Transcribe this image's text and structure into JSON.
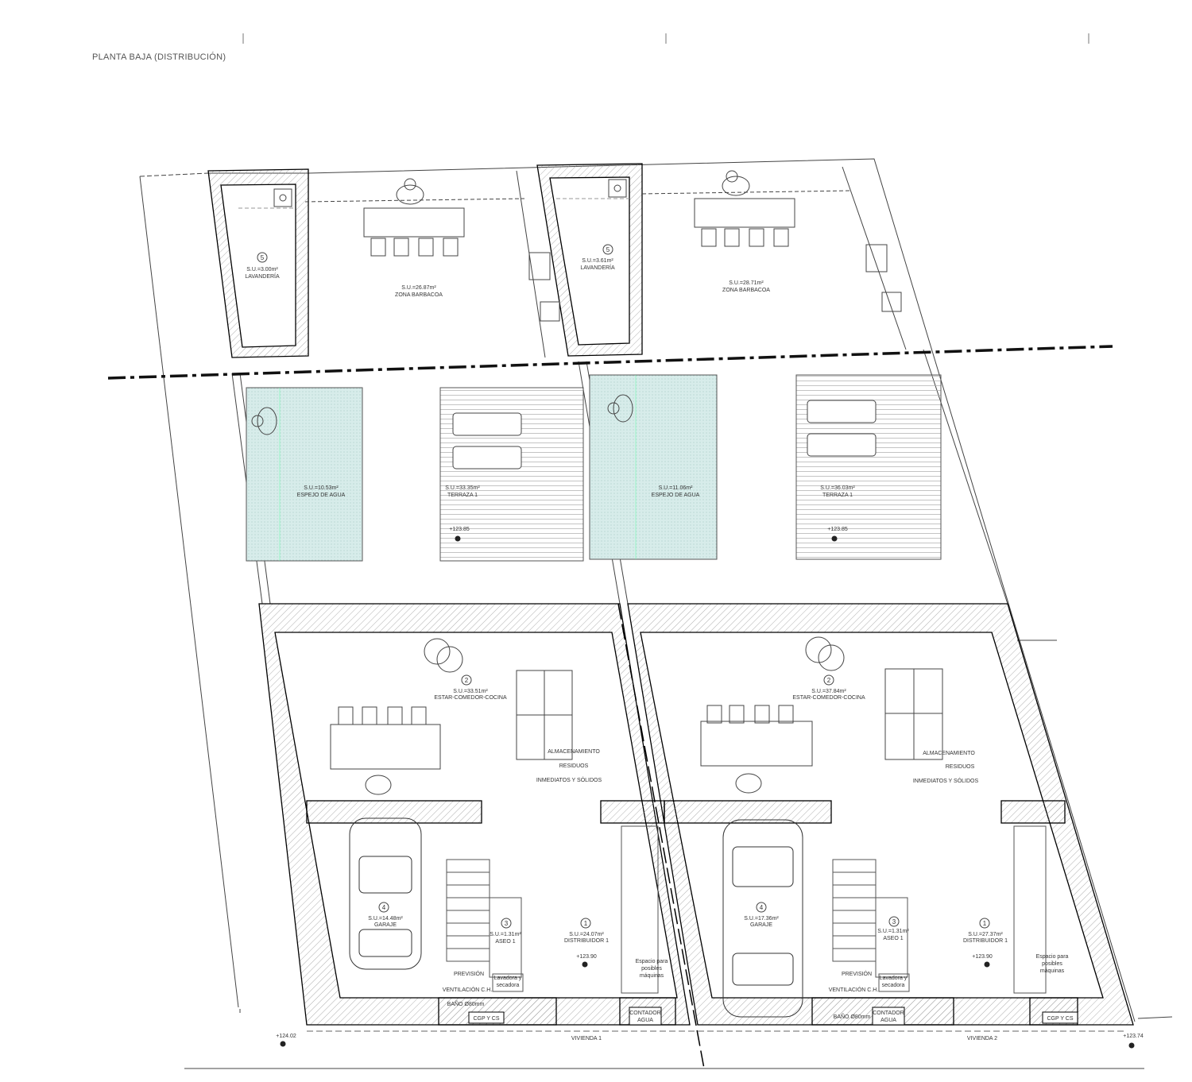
{
  "title": "PLANTA BAJA (DISTRIBUCIÓN)",
  "colors": {
    "water": "#d7ecea",
    "wall": "#000000",
    "hatch": "#9a9a9a",
    "line": "#555555"
  },
  "rooms": {
    "lav1": {
      "num": "5",
      "area": "S.U.=3.00m²",
      "name": "LAVANDERÍA"
    },
    "bbq1": {
      "area": "S.U.=26.87m²",
      "name": "ZONA BARBACOA"
    },
    "lav2": {
      "num": "5",
      "area": "S.U.=3.61m²",
      "name": "LAVANDERÍA"
    },
    "bbq2": {
      "area": "S.U.=28.71m²",
      "name": "ZONA BARBACOA"
    },
    "agua1": {
      "area": "S.U.=10.53m²",
      "name": "ESPEJO DE AGUA"
    },
    "ter1": {
      "area": "S.U.=33.35m²",
      "name": "TERRAZA 1"
    },
    "agua2": {
      "area": "S.U.=11.06m²",
      "name": "ESPEJO DE AGUA"
    },
    "ter2": {
      "area": "S.U.=36.03m²",
      "name": "TERRAZA 1"
    },
    "est1": {
      "num": "2",
      "area": "S.U.=33.51m²",
      "name": "ESTAR-COMEDOR-COCINA"
    },
    "est2": {
      "num": "2",
      "area": "S.U.=37.84m²",
      "name": "ESTAR-COMEDOR-COCINA"
    },
    "gar1": {
      "num": "4",
      "area": "S.U.=14.48m²",
      "name": "GARAJE"
    },
    "gar2": {
      "num": "4",
      "area": "S.U.=17.36m²",
      "name": "GARAJE"
    },
    "aseo1": {
      "num": "3",
      "area": "S.U.=1.31m²",
      "name": "ASEO 1"
    },
    "aseo2": {
      "num": "3",
      "area": "S.U.=1.31m²",
      "name": "ASEO 1"
    },
    "dist1": {
      "num": "1",
      "area": "S.U.=24.07m²",
      "name": "DISTRIBUIDOR 1"
    },
    "dist2": {
      "num": "1",
      "area": "S.U.=27.37m²",
      "name": "DISTRIBUIDOR 1"
    }
  },
  "levels": {
    "ter1": "+123.85",
    "ter2": "+123.85",
    "dist1": "+123.90",
    "dist2": "+123.90",
    "left": "+124.02",
    "right": "+123.74"
  },
  "notes": {
    "alm": "ALMACENAMIENTO",
    "res": "RESIDUOS",
    "inm": "INMEDIATOS Y SÓLIDOS",
    "prev": "PREVISIÓN",
    "vent": "VENTILACIÓN C.H.",
    "bano": "BAÑO Ø80mm",
    "lav": "Lavadora y",
    "sec": "secadora",
    "esp": "Espacio para",
    "pos": "posibles",
    "maq": "máquinas",
    "cgp": "CGP Y CS",
    "cont": "CONTADOR",
    "agua": "AGUA",
    "viv1": "VIVIENDA 1",
    "viv2": "VIVIENDA 2"
  }
}
